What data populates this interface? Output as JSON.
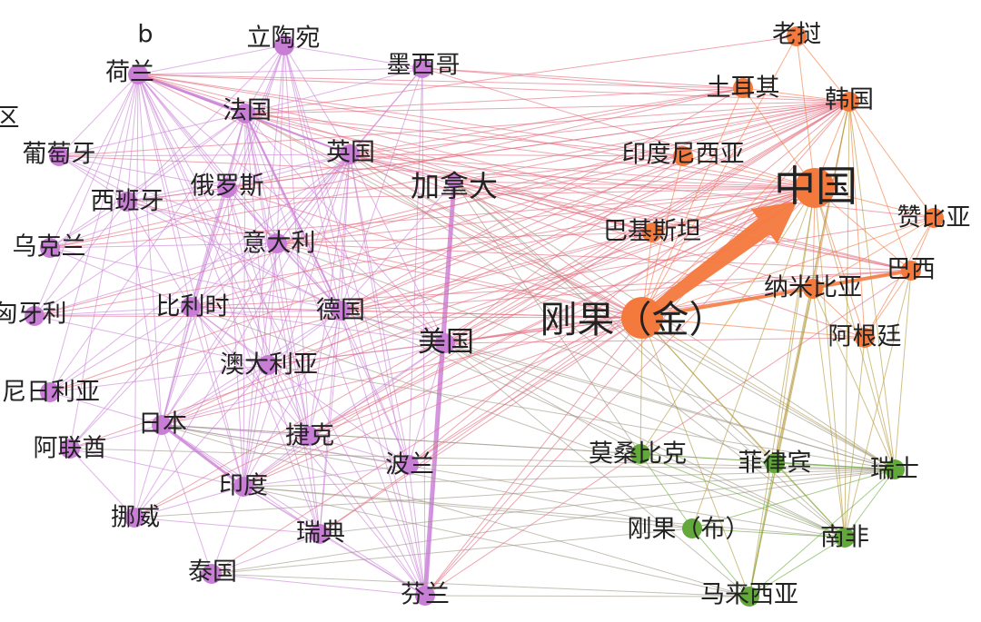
{
  "panel_label": "b",
  "clipped_label": "区",
  "colors": {
    "purple": "#c97ed6",
    "orange": "#f4793d",
    "green": "#62a83a",
    "edge_purple": "#cc84d8",
    "edge_purple_orange": "#e46e80",
    "edge_purple_green": "#9f9a88",
    "edge_orange": "#f47b40",
    "edge_orange_green": "#b59a3e",
    "edge_green": "#6aad3e",
    "label": "#222222"
  },
  "nodes": [
    {
      "id": "lithuania",
      "label": "立陶宛",
      "group": "purple"
    },
    {
      "id": "mexico",
      "label": "墨西哥",
      "group": "purple"
    },
    {
      "id": "netherlands",
      "label": "荷兰",
      "group": "purple"
    },
    {
      "id": "france",
      "label": "法国",
      "group": "purple"
    },
    {
      "id": "portugal",
      "label": "葡萄牙",
      "group": "purple"
    },
    {
      "id": "uk",
      "label": "英国",
      "group": "purple"
    },
    {
      "id": "russia",
      "label": "俄罗斯",
      "group": "purple"
    },
    {
      "id": "spain",
      "label": "西班牙",
      "group": "purple"
    },
    {
      "id": "canada",
      "label": "加拿大",
      "group": "purple"
    },
    {
      "id": "ukraine",
      "label": "乌克兰",
      "group": "purple"
    },
    {
      "id": "italy",
      "label": "意大利",
      "group": "purple"
    },
    {
      "id": "hungary",
      "label": "匈牙利",
      "group": "purple"
    },
    {
      "id": "belgium",
      "label": "比利时",
      "group": "purple"
    },
    {
      "id": "germany",
      "label": "德国",
      "group": "purple"
    },
    {
      "id": "usa",
      "label": "美国",
      "group": "purple"
    },
    {
      "id": "australia",
      "label": "澳大利亚",
      "group": "purple"
    },
    {
      "id": "nigeria",
      "label": "尼日利亚",
      "group": "purple"
    },
    {
      "id": "japan",
      "label": "日本",
      "group": "purple"
    },
    {
      "id": "czech",
      "label": "捷克",
      "group": "purple"
    },
    {
      "id": "uae",
      "label": "阿联酋",
      "group": "purple"
    },
    {
      "id": "poland",
      "label": "波兰",
      "group": "purple"
    },
    {
      "id": "india",
      "label": "印度",
      "group": "purple"
    },
    {
      "id": "norway",
      "label": "挪威",
      "group": "purple"
    },
    {
      "id": "sweden",
      "label": "瑞典",
      "group": "purple"
    },
    {
      "id": "thailand",
      "label": "泰国",
      "group": "purple"
    },
    {
      "id": "finland",
      "label": "芬兰",
      "group": "purple"
    },
    {
      "id": "laos",
      "label": "老挝",
      "group": "orange"
    },
    {
      "id": "turkey",
      "label": "土耳其",
      "group": "orange"
    },
    {
      "id": "korea",
      "label": "韩国",
      "group": "orange"
    },
    {
      "id": "indonesia",
      "label": "印度尼西亚",
      "group": "orange"
    },
    {
      "id": "china",
      "label": "中国",
      "group": "orange"
    },
    {
      "id": "zambia",
      "label": "赞比亚",
      "group": "orange"
    },
    {
      "id": "pakistan",
      "label": "巴基斯坦",
      "group": "orange"
    },
    {
      "id": "brazil",
      "label": "巴西",
      "group": "orange"
    },
    {
      "id": "namibia",
      "label": "纳米比亚",
      "group": "orange"
    },
    {
      "id": "drc",
      "label": "刚果（金）",
      "group": "orange"
    },
    {
      "id": "argentina",
      "label": "阿根廷",
      "group": "orange"
    },
    {
      "id": "mozambique",
      "label": "莫桑比克",
      "group": "green"
    },
    {
      "id": "philippines",
      "label": "菲律宾",
      "group": "green"
    },
    {
      "id": "switzerland",
      "label": "瑞士",
      "group": "green"
    },
    {
      "id": "congo",
      "label": "刚果（布）",
      "group": "green"
    },
    {
      "id": "southafrica",
      "label": "南非",
      "group": "green"
    },
    {
      "id": "malaysia",
      "label": "马来西亚",
      "group": "green"
    }
  ],
  "edges": {
    "netherlands": [
      "france",
      "lithuania",
      "uk",
      "russia",
      "italy",
      "belgium",
      "germany",
      "usa",
      "japan",
      "india",
      "czech",
      "sweden",
      "finland",
      "korea",
      "china",
      "turkey",
      "brazil",
      "indonesia",
      "spain",
      "portugal",
      "australia",
      "nigeria",
      "ukraine",
      "norway",
      "uae",
      "hungary",
      "drc",
      "pakistan"
    ],
    "france": [
      "lithuania",
      "uk",
      "mexico",
      "russia",
      "germany",
      "italy",
      "belgium",
      "usa",
      "australia",
      "japan",
      "czech",
      "india",
      "poland",
      "finland",
      "sweden",
      "switzerland",
      "korea",
      "china",
      "turkey",
      "indonesia",
      "brazil",
      "drc",
      "spain",
      "ukraine",
      "nigeria",
      "laos",
      "pakistan"
    ],
    "lithuania": [
      "uk",
      "russia",
      "italy",
      "germany",
      "belgium",
      "japan",
      "poland",
      "finland",
      "czech",
      "mexico",
      "spain",
      "india"
    ],
    "mexico": [
      "uk",
      "korea",
      "china",
      "netherlands",
      "poland",
      "germany",
      "finland",
      "italy",
      "turkey"
    ],
    "portugal": [
      "china",
      "france",
      "uk",
      "korea",
      "italy",
      "germany",
      "spain",
      "russia"
    ],
    "uk": [
      "russia",
      "italy",
      "germany",
      "usa",
      "belgium",
      "australia",
      "japan",
      "czech",
      "poland",
      "india",
      "finland",
      "sweden",
      "norway",
      "korea",
      "china",
      "turkey",
      "indonesia",
      "pakistan",
      "brazil",
      "drc",
      "argentina",
      "switzerland",
      "southafrica",
      "canada",
      "spain",
      "zambia",
      "namibia"
    ],
    "russia": [
      "spain",
      "italy",
      "belgium",
      "germany",
      "japan",
      "czech",
      "india",
      "korea",
      "china",
      "turkey",
      "drc",
      "australia",
      "hungary",
      "ukraine"
    ],
    "spain": [
      "italy",
      "belgium",
      "germany",
      "china",
      "korea",
      "drc",
      "ukraine",
      "hungary",
      "japan"
    ],
    "canada": [
      "usa",
      "china",
      "korea",
      "indonesia",
      "drc",
      "brazil",
      "switzerland",
      "mozambique",
      "philippines",
      "germany",
      "pakistan",
      "southafrica",
      "finland"
    ],
    "ukraine": [
      "china",
      "italy",
      "belgium",
      "turkey",
      "germany",
      "korea"
    ],
    "italy": [
      "belgium",
      "germany",
      "usa",
      "australia",
      "japan",
      "czech",
      "india",
      "china",
      "korea",
      "brazil",
      "drc",
      "switzerland",
      "hungary",
      "pakistan",
      "indonesia"
    ],
    "hungary": [
      "china",
      "belgium",
      "germany",
      "australia",
      "korea",
      "drc"
    ],
    "belgium": [
      "germany",
      "japan",
      "india",
      "australia",
      "czech",
      "poland",
      "finland",
      "china",
      "korea",
      "drc",
      "brazil",
      "southafrica",
      "usa",
      "uae",
      "nigeria"
    ],
    "germany": [
      "usa",
      "australia",
      "japan",
      "czech",
      "poland",
      "india",
      "sweden",
      "finland",
      "china",
      "korea",
      "drc",
      "brazil",
      "switzerland",
      "southafrica",
      "zambia",
      "turkey",
      "indonesia"
    ],
    "usa": [
      "australia",
      "japan",
      "czech",
      "poland",
      "india",
      "finland",
      "china",
      "korea",
      "drc",
      "brazil",
      "switzerland",
      "southafrica",
      "malaysia",
      "philippines",
      "mozambique",
      "argentina",
      "namibia",
      "indonesia",
      "pakistan"
    ],
    "australia": [
      "japan",
      "czech",
      "india",
      "china",
      "korea",
      "drc",
      "switzerland",
      "norway",
      "sweden",
      "nigeria"
    ],
    "nigeria": [
      "uk",
      "china",
      "japan",
      "korea"
    ],
    "japan": [
      "czech",
      "india",
      "norway",
      "thailand",
      "sweden",
      "finland",
      "poland",
      "china",
      "korea",
      "drc",
      "switzerland",
      "southafrica",
      "mozambique",
      "uae",
      "congo",
      "malaysia"
    ],
    "czech": [
      "india",
      "sweden",
      "poland",
      "finland",
      "china",
      "drc",
      "korea"
    ],
    "uae": [
      "india",
      "uk",
      "china",
      "switzerland",
      "norway"
    ],
    "poland": [
      "finland",
      "china",
      "drc",
      "switzerland",
      "korea",
      "india"
    ],
    "india": [
      "thailand",
      "sweden",
      "finland",
      "china",
      "korea",
      "drc",
      "switzerland",
      "southafrica",
      "malaysia",
      "norway",
      "congo"
    ],
    "norway": [
      "china",
      "uk",
      "switzerland",
      "sweden",
      "korea"
    ],
    "sweden": [
      "finland",
      "china",
      "drc",
      "thailand",
      "switzerland"
    ],
    "thailand": [
      "china",
      "congo",
      "switzerland",
      "finland",
      "malaysia"
    ],
    "finland": [
      "china",
      "drc",
      "korea",
      "brazil",
      "malaysia"
    ],
    "drc": [
      "china",
      "brazil",
      "namibia",
      "zambia",
      "korea",
      "argentina",
      "pakistan",
      "indonesia",
      "turkey",
      "laos",
      "switzerland",
      "southafrica",
      "mozambique",
      "philippines",
      "malaysia"
    ],
    "china": [
      "laos",
      "turkey",
      "korea",
      "indonesia",
      "zambia",
      "brazil",
      "namibia",
      "argentina",
      "pakistan",
      "switzerland",
      "southafrica",
      "malaysia",
      "philippines",
      "mozambique",
      "congo"
    ],
    "korea": [
      "turkey",
      "zambia",
      "brazil",
      "namibia",
      "argentina",
      "switzerland",
      "southafrica",
      "philippines",
      "malaysia",
      "laos"
    ],
    "brazil": [
      "zambia",
      "argentina",
      "switzerland",
      "southafrica",
      "namibia"
    ],
    "namibia": [
      "zambia",
      "argentina",
      "southafrica",
      "malaysia",
      "switzerland",
      "philippines"
    ],
    "argentina": [
      "switzerland",
      "southafrica",
      "zambia"
    ],
    "southafrica": [
      "switzerland",
      "malaysia",
      "philippines",
      "congo",
      "mozambique"
    ],
    "malaysia": [
      "switzerland",
      "congo",
      "philippines"
    ],
    "switzerland": [
      "congo",
      "mozambique",
      "philippines"
    ],
    "congo": [
      "mozambique"
    ]
  },
  "weighted_edges": [
    {
      "source": "drc",
      "target": "china",
      "weight": 20,
      "arrow": true
    },
    {
      "source": "drc",
      "target": "brazil",
      "weight": 4
    },
    {
      "source": "canada",
      "target": "finland",
      "weight": 5
    },
    {
      "source": "netherlands",
      "target": "france",
      "weight": 3
    },
    {
      "source": "japan",
      "target": "india",
      "weight": 3
    },
    {
      "source": "netherlands",
      "target": "uk",
      "weight": 2
    },
    {
      "source": "france",
      "target": "germany",
      "weight": 2
    }
  ]
}
